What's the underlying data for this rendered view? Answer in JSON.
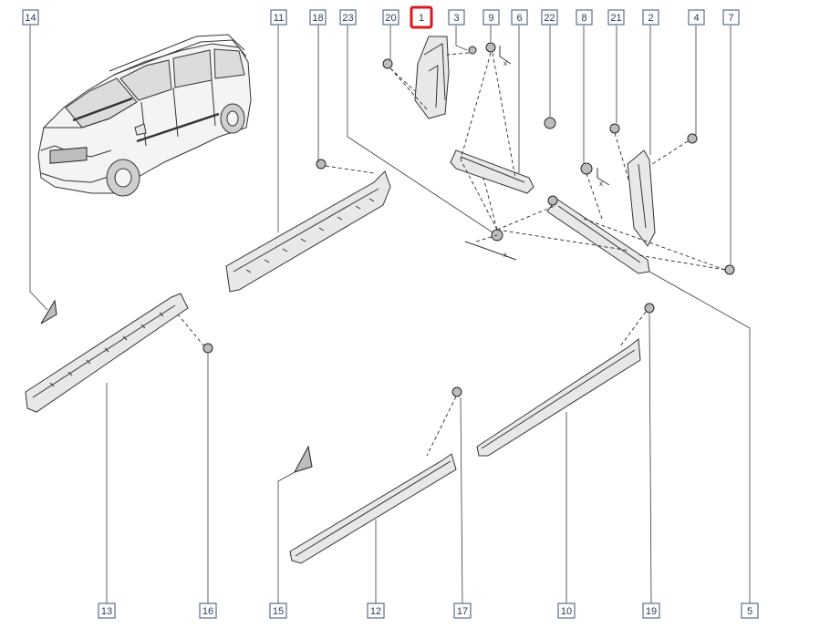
{
  "callouts": [
    {
      "id": "c14",
      "label": "14"
    },
    {
      "id": "c11",
      "label": "11"
    },
    {
      "id": "c18",
      "label": "18"
    },
    {
      "id": "c23",
      "label": "23"
    },
    {
      "id": "c20",
      "label": "20"
    },
    {
      "id": "c1",
      "label": "1",
      "highlight": true
    },
    {
      "id": "c3",
      "label": "3"
    },
    {
      "id": "c9",
      "label": "9"
    },
    {
      "id": "c6",
      "label": "6"
    },
    {
      "id": "c22",
      "label": "22"
    },
    {
      "id": "c8",
      "label": "8"
    },
    {
      "id": "c21",
      "label": "21"
    },
    {
      "id": "c2",
      "label": "2"
    },
    {
      "id": "c4",
      "label": "4"
    },
    {
      "id": "c7",
      "label": "7"
    },
    {
      "id": "c13",
      "label": "13"
    },
    {
      "id": "c16",
      "label": "16"
    },
    {
      "id": "c15",
      "label": "15"
    },
    {
      "id": "c12",
      "label": "12"
    },
    {
      "id": "c17",
      "label": "17"
    },
    {
      "id": "c10",
      "label": "10"
    },
    {
      "id": "c19",
      "label": "19"
    },
    {
      "id": "c5",
      "label": "5"
    }
  ],
  "axis_marks": {
    "x1": "x",
    "x2": "x",
    "x3": "x"
  },
  "colors": {
    "highlight": "#e1141e",
    "box_border": "#5a6e8c",
    "label_text": "#2a3a56"
  }
}
